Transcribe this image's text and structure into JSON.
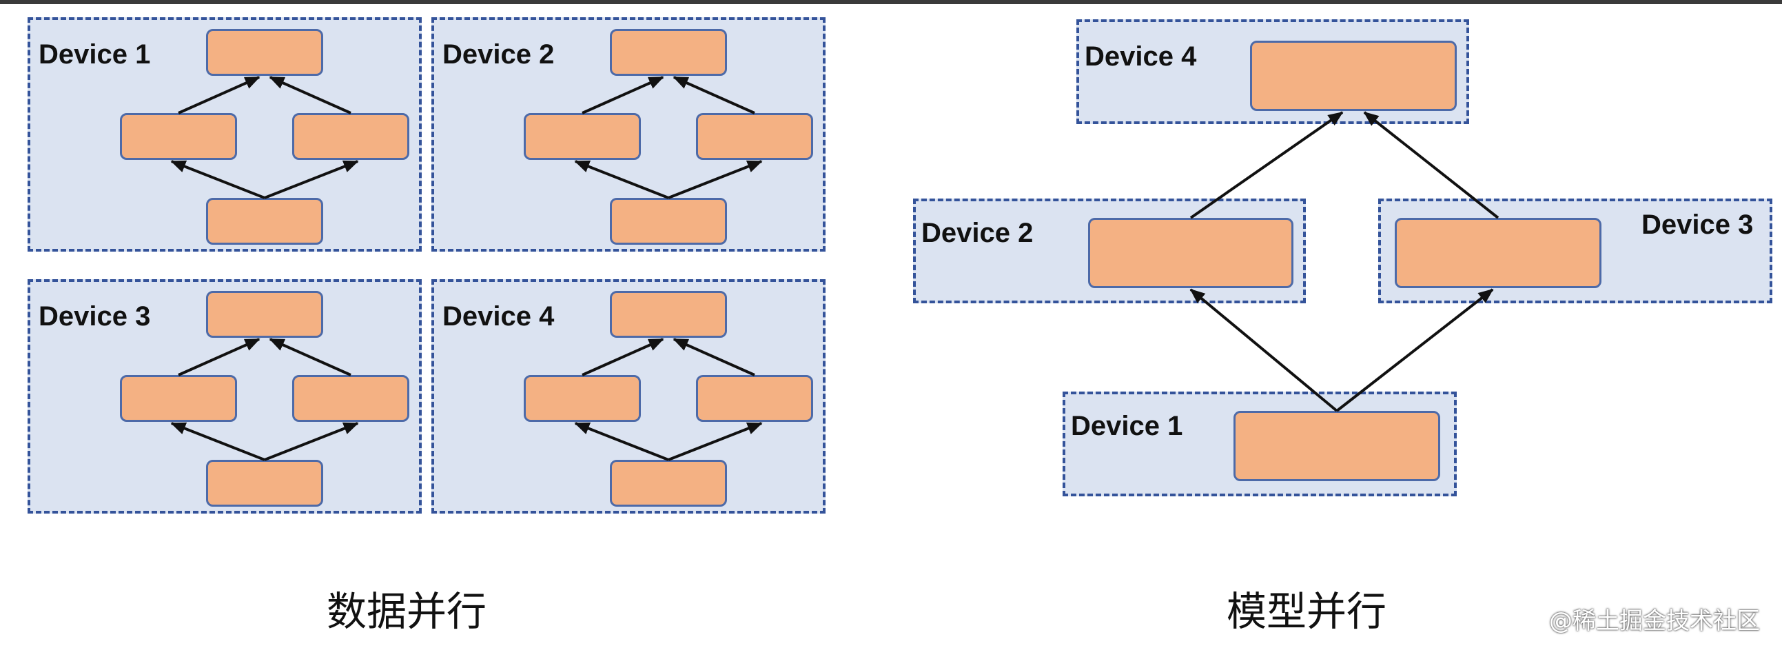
{
  "data_parallel": {
    "caption": "数据并行",
    "devices": [
      {
        "label": "Device 1"
      },
      {
        "label": "Device 2"
      },
      {
        "label": "Device 3"
      },
      {
        "label": "Device 4"
      }
    ]
  },
  "model_parallel": {
    "caption": "模型并行",
    "devices": [
      {
        "label": "Device 4"
      },
      {
        "label": "Device 2"
      },
      {
        "label": "Device 3"
      },
      {
        "label": "Device 1"
      }
    ]
  },
  "credit": "@稀土掘金技术社区",
  "colors": {
    "device_fill": "#dbe3f1",
    "device_border": "#34539a",
    "node_fill": "#f4b183",
    "node_border": "#4d6aa8",
    "arrow": "#111111"
  }
}
